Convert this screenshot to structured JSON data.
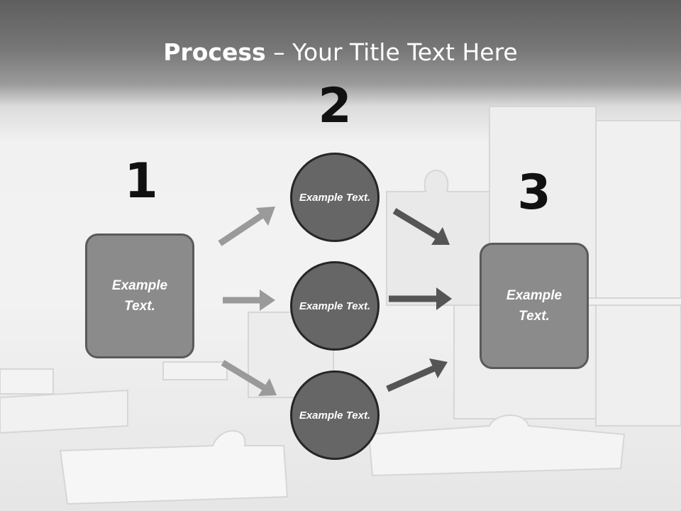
{
  "title": {
    "strong": "Process",
    "rest": " – Your Title Text Here"
  },
  "steps": {
    "one": "1",
    "two": "2",
    "three": "3"
  },
  "boxes": {
    "left": "Example Text.",
    "right": "Example Text."
  },
  "circles": {
    "top": "Example Text.",
    "middle": "Example Text.",
    "bottom": "Example Text."
  },
  "colors": {
    "box_fill": "#8b8b8b",
    "circle_fill": "#666666",
    "arrow_light": "#9a9a9a",
    "arrow_dark": "#555555"
  }
}
